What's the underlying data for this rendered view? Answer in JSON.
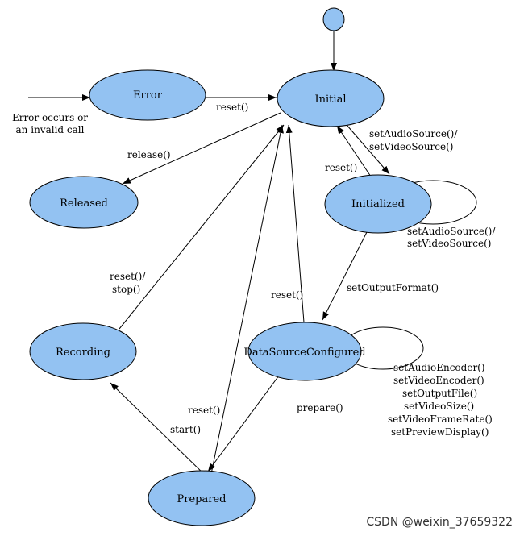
{
  "diagram": {
    "states": {
      "initial": "Initial",
      "error": "Error",
      "released": "Released",
      "initialized": "Initialized",
      "recording": "Recording",
      "data_source_configured": "DataSourceConfigured",
      "prepared": "Prepared"
    },
    "transitions": {
      "error_in_line1": "Error occurs or",
      "error_in_line2": "an invalid call",
      "error_reset": "reset()",
      "release": "release()",
      "set_source_1": "setAudioSource()/",
      "set_source_2": "setVideoSource()",
      "initialized_reset": "reset()",
      "initialized_loop_1": "setAudioSource()/",
      "initialized_loop_2": "setVideoSource()",
      "set_output_format": "setOutputFormat()",
      "dsc_reset": "reset()",
      "recording_reset_1": "reset()/",
      "recording_reset_2": "stop()",
      "dsc_loop_1": "setAudioEncoder()",
      "dsc_loop_2": "setVideoEncoder()",
      "dsc_loop_3": "setOutputFile()",
      "dsc_loop_4": "setVideoSize()",
      "dsc_loop_5": "setVideoFrameRate()",
      "dsc_loop_6": "setPreviewDisplay()",
      "prepare": "prepare()",
      "prepared_reset": "reset()",
      "start": "start()"
    }
  },
  "watermark": "CSDN @weixin_37659322"
}
